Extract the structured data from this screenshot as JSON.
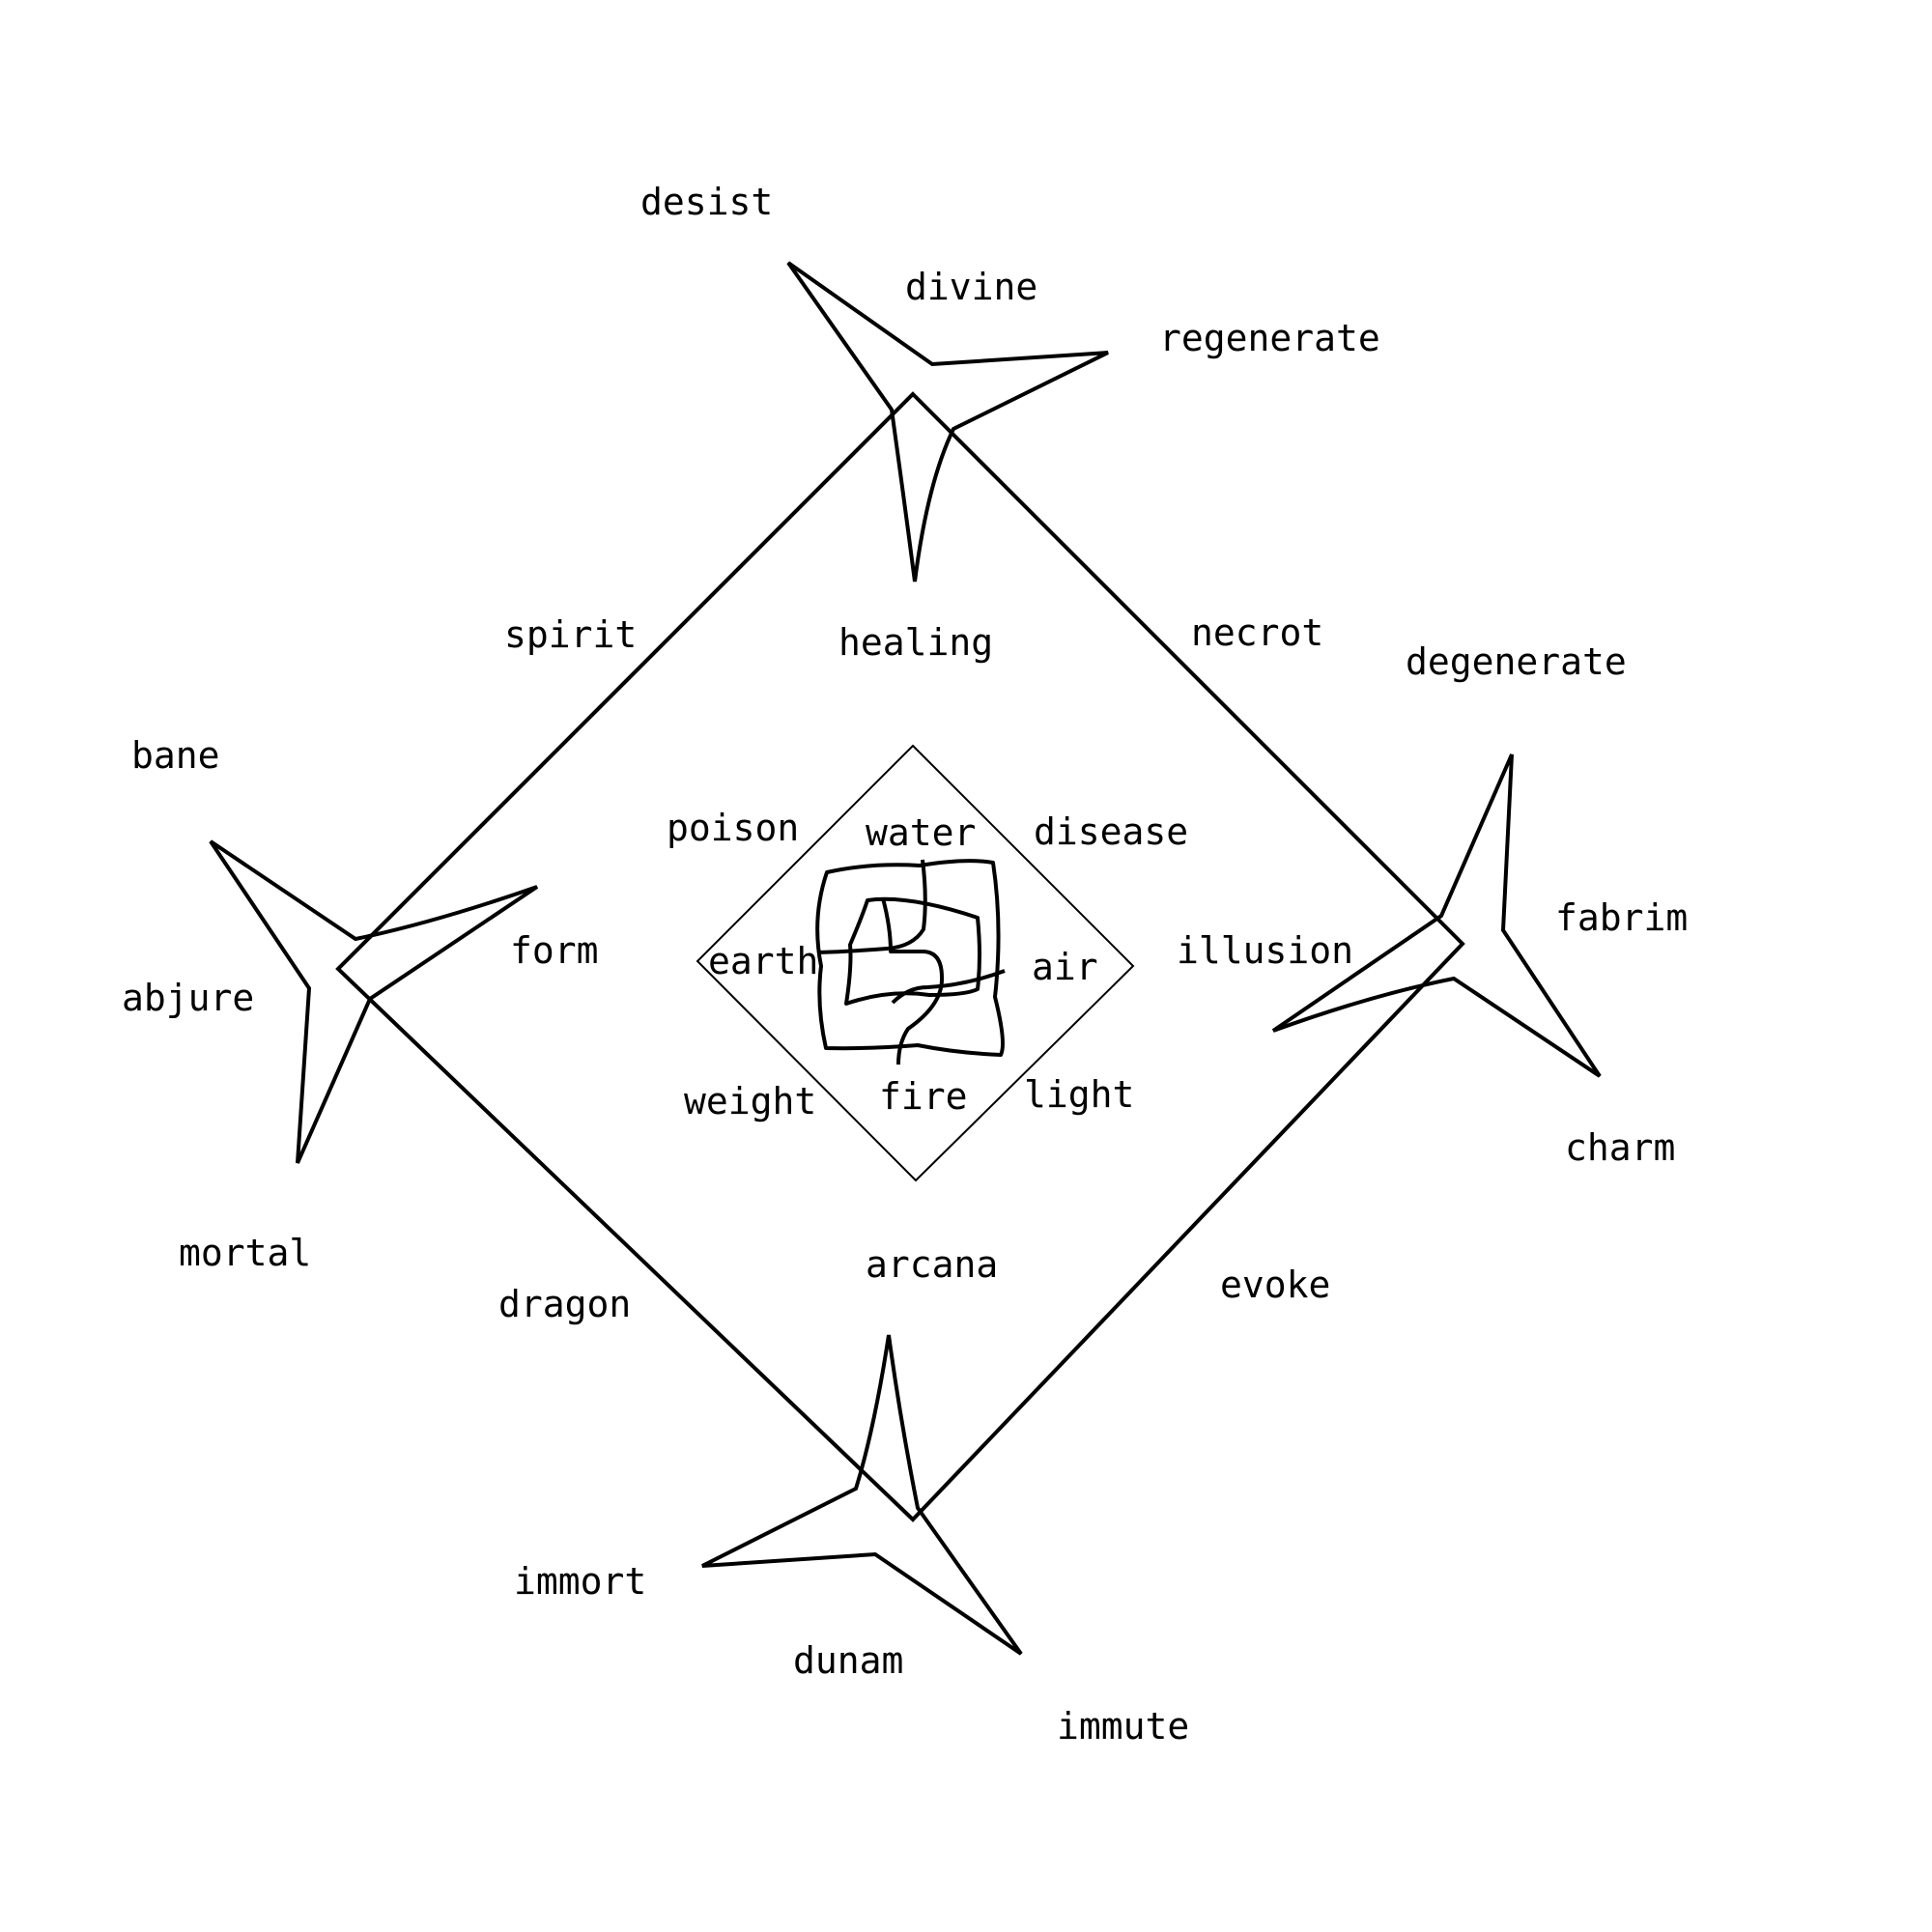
{
  "diagram": {
    "outer_labels": {
      "desist": "desist",
      "divine": "divine",
      "regenerate": "regenerate",
      "spirit": "spirit",
      "healing": "healing",
      "necrot": "necrot",
      "degenerate": "degenerate",
      "bane": "bane",
      "form": "form",
      "abjure": "abjure",
      "mortal": "mortal",
      "illusion": "illusion",
      "fabrim": "fabrim",
      "charm": "charm",
      "dragon": "dragon",
      "arcana": "arcana",
      "evoke": "evoke",
      "immort": "immort",
      "dunam": "dunam",
      "immute": "immute"
    },
    "inner_labels": {
      "poison": "poison",
      "water": "water",
      "disease": "disease",
      "earth": "earth",
      "air": "air",
      "weight": "weight",
      "fire": "fire",
      "light": "light"
    }
  }
}
